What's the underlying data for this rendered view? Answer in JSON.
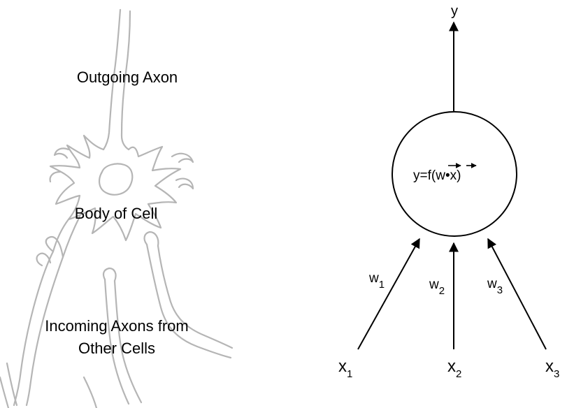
{
  "neuron": {
    "outgoing_label": "Outgoing Axon",
    "body_label": "Body of Cell",
    "incoming_label_line1": "Incoming Axons from",
    "incoming_label_line2": "Other Cells"
  },
  "perceptron": {
    "output": "y",
    "formula_prefix": "y=f(",
    "vec_w": "w",
    "dot": "•",
    "vec_x": "x",
    "formula_suffix": ")",
    "inputs": [
      {
        "var": "x",
        "sub": "1"
      },
      {
        "var": "x",
        "sub": "2"
      },
      {
        "var": "x",
        "sub": "3"
      }
    ],
    "weights": [
      {
        "var": "w",
        "sub": "1"
      },
      {
        "var": "w",
        "sub": "2"
      },
      {
        "var": "w",
        "sub": "3"
      }
    ]
  },
  "colors": {
    "outline": "#aaaaaa",
    "ink": "#000000",
    "background": "#ffffff"
  }
}
